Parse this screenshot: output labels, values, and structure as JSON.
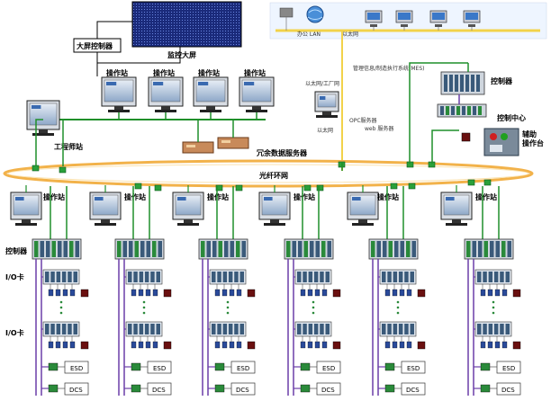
{
  "labels": {
    "big_screen": "监控大屏",
    "big_screen_controller": "大屏控制器",
    "operator_station": "操作站",
    "engineer_station": "工程师站",
    "redundant_server": "冗余数据服务器",
    "fiber_ring": "光纤环网",
    "controller": "控制器",
    "io_card": "I/O卡",
    "esd": "ESD",
    "dcs": "DCS",
    "office_lan": "办公 LAN",
    "ethernet": "以太网",
    "mes": "管理信息/制造执行系统(MES)",
    "ethernet_factory": "以太网/工厂网",
    "opc_server": "OPC服务器",
    "web_server": "web 服务器",
    "ethernet2": "以太网",
    "control_center": "控制中心",
    "aux_console": "辅助操作台"
  },
  "colors": {
    "fiber": "#f2b24a",
    "bus_green": "#1f8f2a",
    "bus_purple": "#6b3fa8",
    "lan_yellow": "#f2d24a",
    "screen_blue": "#1a2a7a"
  }
}
